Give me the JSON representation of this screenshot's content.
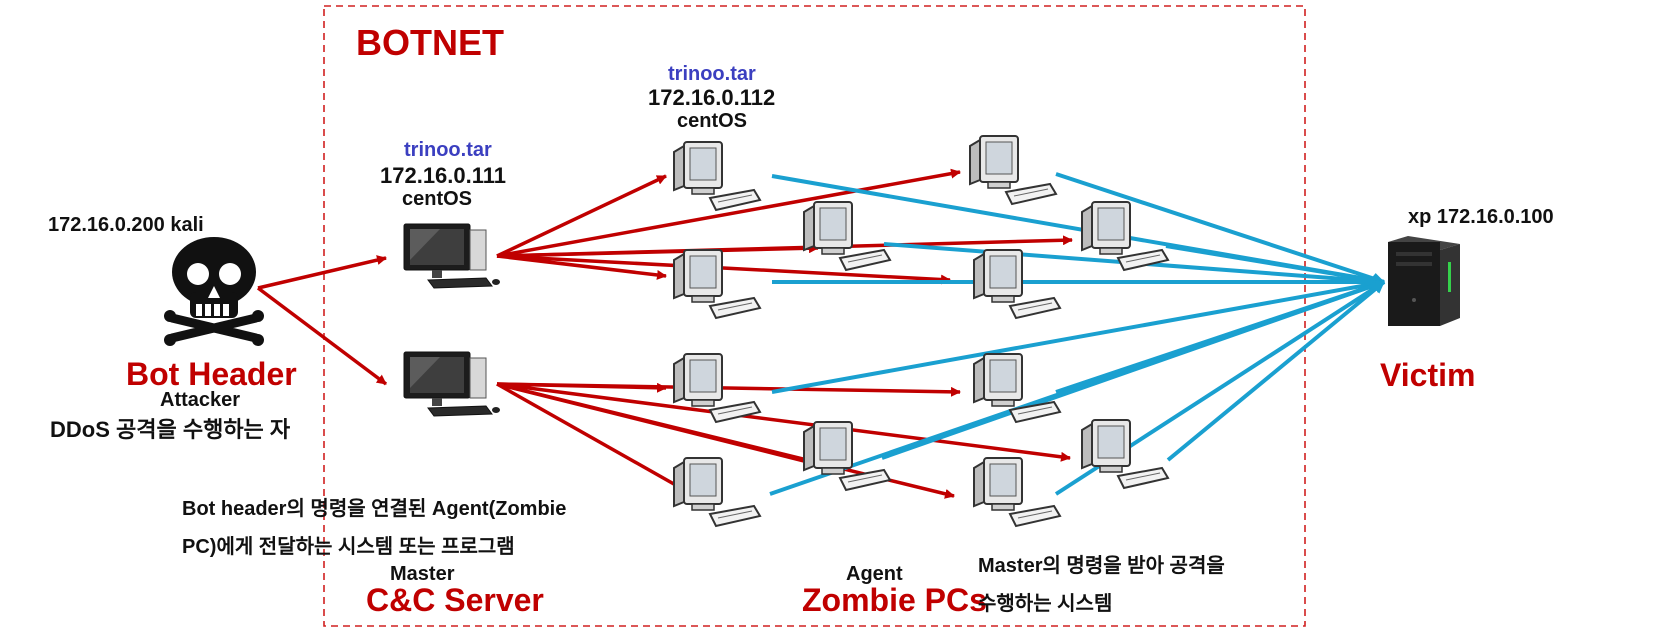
{
  "colors": {
    "command_arrow": "#c00000",
    "attack_arrow": "#1aa0d0",
    "boundary": "#d02020",
    "label_red": "#c00000",
    "label_blue": "#3b3fc0"
  },
  "botnet": {
    "title": "BOTNET"
  },
  "attacker": {
    "ip_os": "172.16.0.200 kali",
    "role_title": "Bot Header",
    "role_name": "Attacker",
    "description": "DDoS 공격을 수행하는 자",
    "icon": "skull-icon"
  },
  "master": {
    "file": "trinoo.tar",
    "ip": "172.16.0.111",
    "os": "centOS",
    "description_line1": "Bot header의 명령을 연결된 Agent(Zombie",
    "description_line2": "PC)에게 전달하는 시스템 또는 프로그램",
    "role_name": "Master",
    "role_title": "C&C Server",
    "icon": "desktop-computer-icon"
  },
  "agent": {
    "file": "trinoo.tar",
    "ip": "172.16.0.112",
    "os": "centOS",
    "role_name": "Agent",
    "role_title": "Zombie PCs",
    "description_line1": "Master의 명령을 받아 공격을",
    "description_line2": "수행하는 시스템",
    "icon": "crt-monitor-icon"
  },
  "victim": {
    "ip_os": "xp 172.16.0.100",
    "role_title": "Victim",
    "icon": "server-tower-icon"
  }
}
